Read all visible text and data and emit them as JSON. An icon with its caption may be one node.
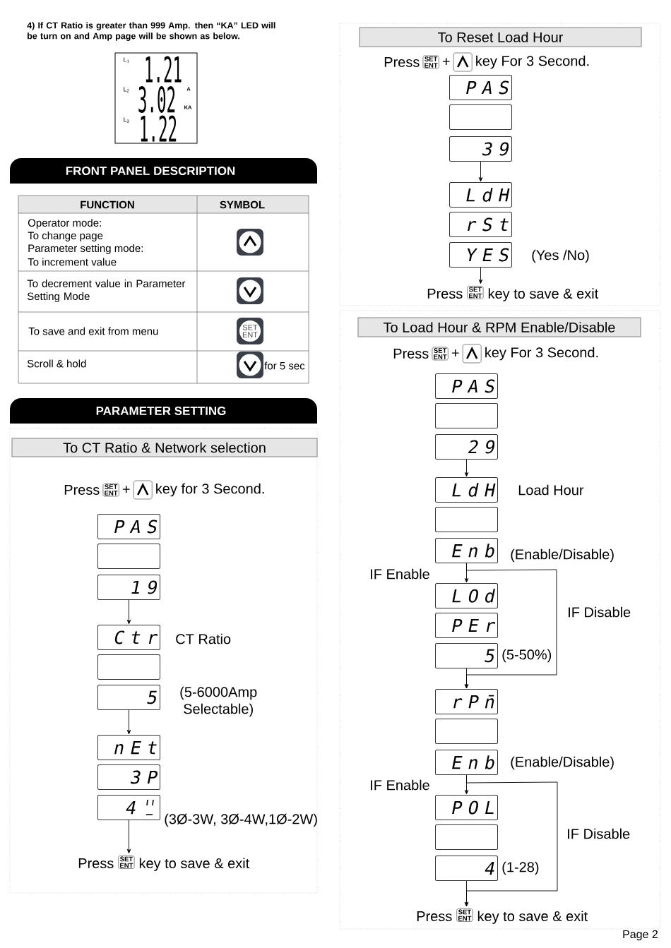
{
  "diagram": {
    "nodes": [
      {
        "text": [
          "L$_{1}$",
          "1.21",
          "L$_{2}$",
          "3.02",
          "A",
          "KA",
          "L$_{3}$",
          "1.22"
        ]
      },
      {
        "text": [
          "FRONT PANEL DESCRIPTION"
        ]
      },
      {
        "text": [
          "PARAMETER SETTING"
        ]
      },
      {
        "text": [
          "To CT Ratio & Network selection"
        ]
      },
      {
        "text": [
          "P A S"
        ]
      },
      {
        "text": [],
        "shape": "box"
      },
      {
        "text": [
          "1 9"
        ]
      },
      {
        "text": [
          "C t r"
        ],
        "beside": [
          "CT Ratio"
        ]
      },
      {
        "text": [],
        "shape": "box"
      },
      {
        "text": [
          "5"
        ],
        "beside": [
          "(5-6000Amp Selectable)"
        ]
      },
      {
        "text": [
          "n E t"
        ]
      },
      {
        "text": [
          "3 P"
        ]
      },
      {
        "text": [
          "4"
        ],
        "beside": [
          "(3Ø-3W, 3Ø-4W,1Ø-2W)"
        ]
      },
      {
        "text": [
          "Press",
          "SET ENT",
          "key to save & exit"
        ]
      },
      {
        "text": [
          "To Reset Load Hour"
        ]
      },
      {
        "text": [
          "P A S"
        ]
      },
      {
        "text": [],
        "shape": "box"
      },
      {
        "text": [
          "3 9"
        ]
      },
      {
        "text": [
          "L d H"
        ]
      },
      {
        "text": [
          "r S t"
        ]
      },
      {
        "text": [
          "Y E S"
        ],
        "beside": [
          "(Yes /No)"
        ]
      },
      {
        "text": [
          "Press",
          "SET ENT",
          "key to save & exit"
        ]
      },
      {
        "text": [
          "To Load Hour & RPM Enable/Disable"
        ]
      },
      {
        "text": [
          "P A S"
        ]
      },
      {
        "text": [],
        "shape": "box"
      },
      {
        "text": [
          "2 9"
        ]
      },
      {
        "text": [
          "L d H"
        ],
        "beside": [
          "Load Hour"
        ]
      },
      {
        "text": [],
        "shape": "box"
      },
      {
        "text": [
          "E n b"
        ],
        "beside": [
          "(Enable/Disable)"
        ]
      },
      {
        "text": [
          "L O d"
        ]
      },
      {
        "text": [
          "P E r"
        ]
      },
      {
        "text": [
          "5"
        ],
        "beside": [
          "(5-50%)"
        ]
      },
      {
        "text": [
          "r P n̄"
        ]
      },
      {
        "text": [],
        "shape": "box"
      },
      {
        "text": [
          "E n b"
        ],
        "beside": [
          "(Enable/Disable)"
        ]
      },
      {
        "text": [
          "P O L"
        ]
      },
      {
        "text": [],
        "shape": "box"
      },
      {
        "text": [
          "4"
        ],
        "beside": [
          "(1-28)"
        ]
      },
      {
        "text": [
          "Press",
          "SET ENT",
          "key to save & exit"
        ]
      }
    ],
    "edges": [
      {
        "from": 6,
        "to": 7,
        "arrow": "to"
      },
      {
        "from": 9,
        "to": 10,
        "arrow": "to"
      },
      {
        "from": 12,
        "to": 13,
        "arrow": "to"
      },
      {
        "from": 17,
        "to": 18,
        "arrow": "to"
      },
      {
        "from": 20,
        "to": 21,
        "arrow": "to"
      },
      {
        "from": 25,
        "to": 26,
        "arrow": "to"
      },
      {
        "from": 28,
        "to": 29,
        "arrow": "to",
        "label": "IF Enable"
      },
      {
        "from": 28,
        "to": 32,
        "arrow": "to",
        "label": "IF Disable"
      },
      {
        "from": 31,
        "to": 32,
        "arrow": "to"
      },
      {
        "from": 34,
        "to": 35,
        "arrow": "to",
        "label": "IF Enable"
      },
      {
        "from": 34,
        "to": 38,
        "arrow": "to",
        "label": "IF Disable"
      },
      {
        "from": 37,
        "to": 38,
        "arrow": "to"
      }
    ],
    "labels": [
      "4) If CT Ratio is greater than 999 Amp. then “KA” LED will be turn on and Amp page will be shown as below.",
      "FUNCTION",
      "SYMBOL",
      "Operator mode:",
      "To change page",
      "Parameter setting mode:",
      "To increment value",
      "To decrement value in Parameter Setting Mode",
      "To save and exit from menu",
      "SET ENT",
      "Scroll & hold",
      "for 5 sec",
      "Press",
      "SET ENT",
      "+",
      "key for 3 Second.",
      "Press",
      "SET ENT",
      "+",
      "key For 3 Second.",
      "Press",
      "SET ENT",
      "+",
      "key For 3 Second.",
      "Page 2"
    ]
  }
}
